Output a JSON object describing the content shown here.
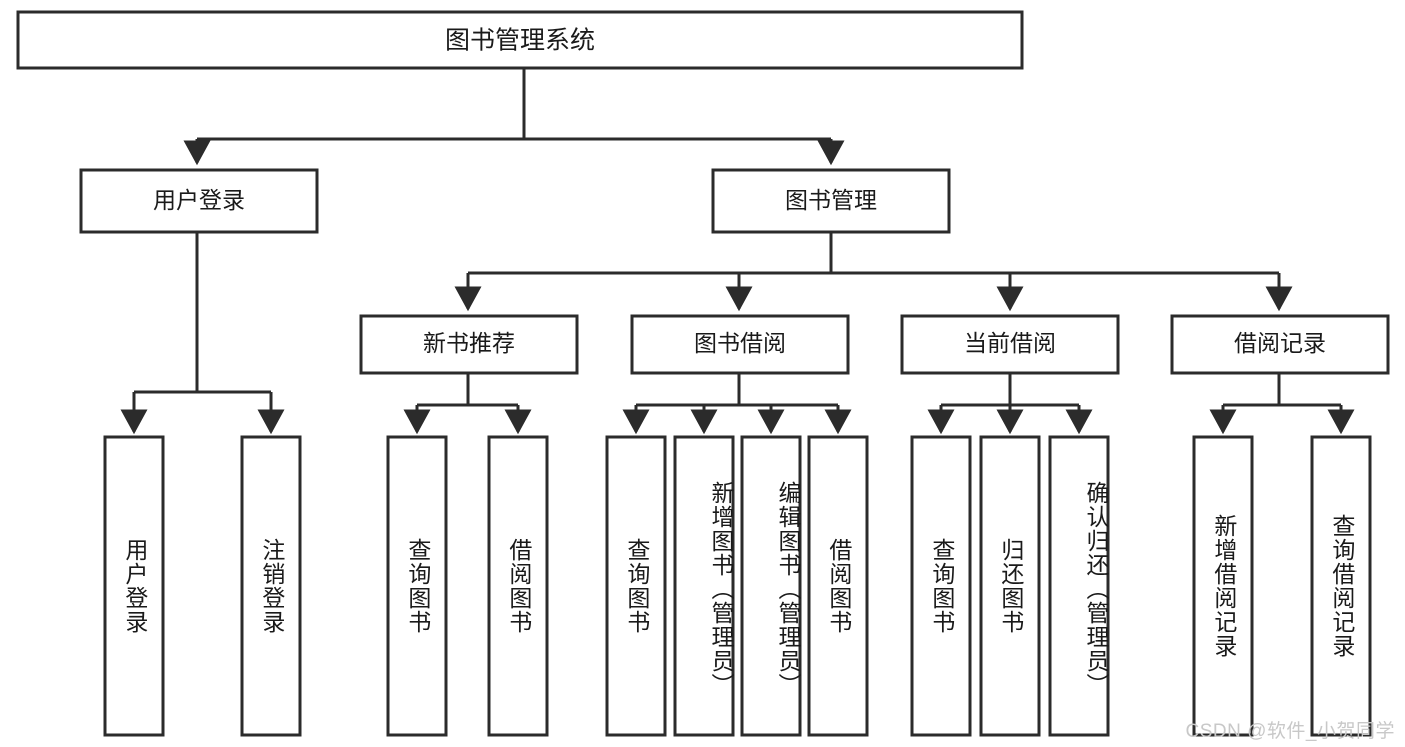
{
  "diagram": {
    "title": "图书管理系统",
    "watermark": "CSDN @软件_小贺同学",
    "levels": {
      "root": "图书管理系统",
      "tier2": [
        "用户登录",
        "图书管理"
      ],
      "tier3": [
        "新书推荐",
        "图书借阅",
        "当前借阅",
        "借阅记录"
      ]
    },
    "nodes": {
      "root": {
        "label": "图书管理系统"
      },
      "user_login": {
        "label": "用户登录"
      },
      "book_manage": {
        "label": "图书管理"
      },
      "new_book_rec": {
        "label": "新书推荐"
      },
      "book_borrow": {
        "label": "图书借阅"
      },
      "current_borrow": {
        "label": "当前借阅"
      },
      "borrow_record": {
        "label": "借阅记录"
      },
      "leaf_user_login": {
        "label": "用户登录"
      },
      "leaf_logout": {
        "label": "注销登录"
      },
      "leaf_query_book_1": {
        "label": "查询图书"
      },
      "leaf_borrow_book_1": {
        "label": "借阅图书"
      },
      "leaf_query_book_2": {
        "label": "查询图书"
      },
      "leaf_add_book_admin": {
        "label": "新增图书（管理员）"
      },
      "leaf_edit_book_admin": {
        "label": "编辑图书（管理员）"
      },
      "leaf_borrow_book_2": {
        "label": "借阅图书"
      },
      "leaf_query_book_3": {
        "label": "查询图书"
      },
      "leaf_return_book": {
        "label": "归还图书"
      },
      "leaf_confirm_return_admin": {
        "label": "确认归还（管理员）"
      },
      "leaf_add_record": {
        "label": "新增借阅记录"
      },
      "leaf_query_record": {
        "label": "查询借阅记录"
      }
    },
    "colors": {
      "stroke": "#2b2b2b",
      "fill": "#ffffff",
      "text": "#1a1a1a",
      "watermark": "#c8c8c8"
    }
  }
}
